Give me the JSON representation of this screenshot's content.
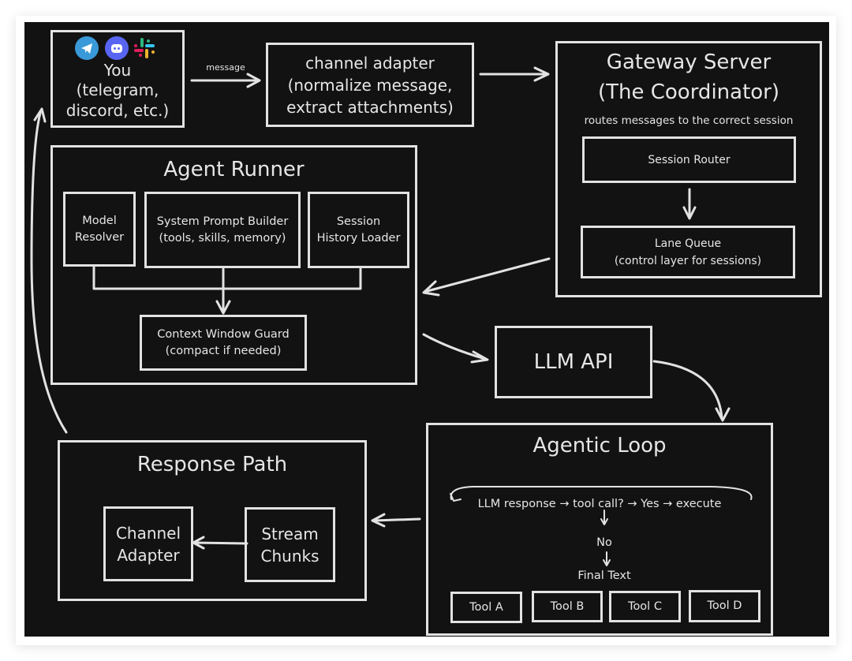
{
  "colors": {
    "background": "#121212",
    "stroke": "#e2e2e2",
    "text": "#e6e6e6",
    "telegram": "#3a9ad9",
    "discord": "#5865f2",
    "slack_red": "#e01e5a",
    "slack_green": "#2eb67d",
    "slack_blue": "#36c5f0",
    "slack_yellow": "#ecb22e"
  },
  "you": {
    "icons": [
      "telegram-icon",
      "discord-icon",
      "slack-icon"
    ],
    "line1": "You",
    "line2": "(telegram,",
    "line3": "discord, etc.)"
  },
  "edge_message": "message",
  "channel_adapter": {
    "line1": "channel adapter",
    "line2": "(normalize message,",
    "line3": "extract attachments)"
  },
  "gateway": {
    "title1": "Gateway Server",
    "title2": "(The Coordinator)",
    "subtitle": "routes messages to the correct session",
    "session_router": "Session Router",
    "lane_queue": "Lane Queue",
    "lane_queue_sub": "(control layer for sessions)"
  },
  "agent_runner": {
    "title": "Agent Runner",
    "model_resolver": [
      "Model",
      "Resolver"
    ],
    "prompt_builder": [
      "System Prompt Builder",
      "(tools, skills, memory)"
    ],
    "history_loader": [
      "Session",
      "History Loader"
    ],
    "context_guard": [
      "Context Window Guard",
      "(compact if needed)"
    ]
  },
  "llm_api": "LLM API",
  "agentic_loop": {
    "title": "Agentic Loop",
    "flow": "LLM response → tool call? → Yes → execute",
    "no": "No",
    "final": "Final Text",
    "tools": [
      "Tool A",
      "Tool B",
      "Tool C",
      "Tool D"
    ]
  },
  "response_path": {
    "title": "Response Path",
    "channel_adapter": [
      "Channel",
      "Adapter"
    ],
    "stream_chunks": [
      "Stream",
      "Chunks"
    ]
  }
}
